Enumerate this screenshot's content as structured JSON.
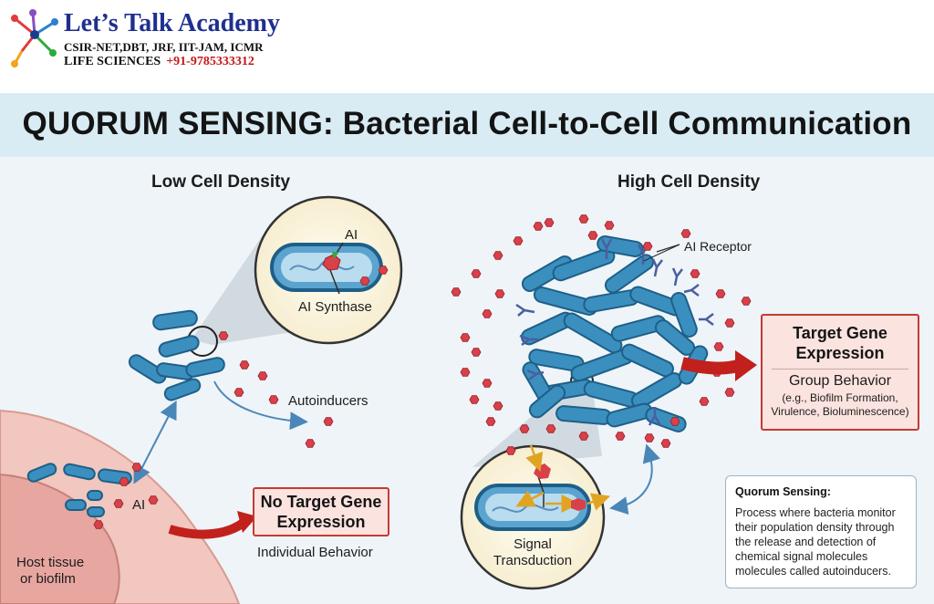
{
  "logo": {
    "name": "Let’s Talk Academy",
    "courses": "CSIR-NET,DBT, JRF, IIT-JAM, ICMR",
    "subject": "LIFE SCIENCES",
    "phone": "+91-9785333312"
  },
  "title": "QUORUM SENSING: Bacterial Cell-to-Cell Communication",
  "low_density": {
    "heading": "Low Cell Density",
    "zoom_ai": "AI",
    "zoom_synthase": "AI Synthase",
    "autoinducers": "Autoinducers",
    "ai_label": "AI",
    "host": [
      "Host tissue",
      "or biofilm"
    ],
    "result_title": [
      "No Target Gene",
      "Expression"
    ],
    "result_sub": "Individual Behavior"
  },
  "high_density": {
    "heading": "High Cell Density",
    "receptor": "AI Receptor",
    "result_title": [
      "Target Gene",
      "Expression"
    ],
    "group": "Group Behavior",
    "examples": [
      "(e.g., Biofilm Formation,",
      "Virulence, Bioluminescence)"
    ],
    "zoom": [
      "Signal",
      "Transduction"
    ]
  },
  "info": {
    "title": "Quorum Sensing:",
    "body": "Process where bacteria monitor their population density through the release and detection of chemical signal molecules molecules called autoinducers."
  },
  "colors": {
    "bacterium": "#3b8fbe",
    "bacterium_dark": "#1e5f88",
    "autoinducer": "#d8404a",
    "arrow": "#c2201c",
    "banner": "#d9ebf3",
    "host": "#f1c7bf"
  }
}
